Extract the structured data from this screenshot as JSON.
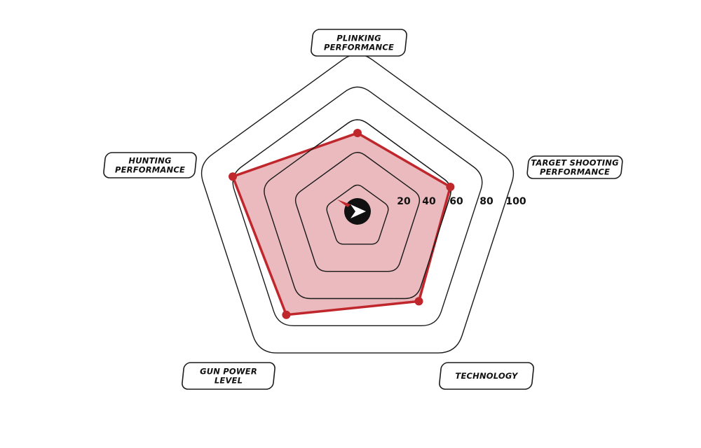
{
  "chart_data": {
    "type": "radar",
    "axes": [
      {
        "label": [
          "PLINKING",
          "PERFORMANCE"
        ],
        "value": 50
      },
      {
        "label": [
          "TARGET SHOOTING",
          "PERFORMANCE"
        ],
        "value": 58
      },
      {
        "label": [
          "TECHNOLOGY"
        ],
        "value": 62
      },
      {
        "label": [
          "GUN POWER",
          "LEVEL"
        ],
        "value": 72
      },
      {
        "label": [
          "HUNTING",
          "PERFORMANCE"
        ],
        "value": 78
      }
    ],
    "scale": {
      "min": 0,
      "max": 100,
      "ticks": [
        "20",
        "40",
        "60",
        "80",
        "100"
      ]
    },
    "colors": {
      "series_fill": "#e8b4b9",
      "series_line": "#c0272d",
      "outer_fill": "#f3f3f3",
      "grid": "#1a1a1a"
    },
    "center_icon": "play-arrow-logo-icon"
  }
}
